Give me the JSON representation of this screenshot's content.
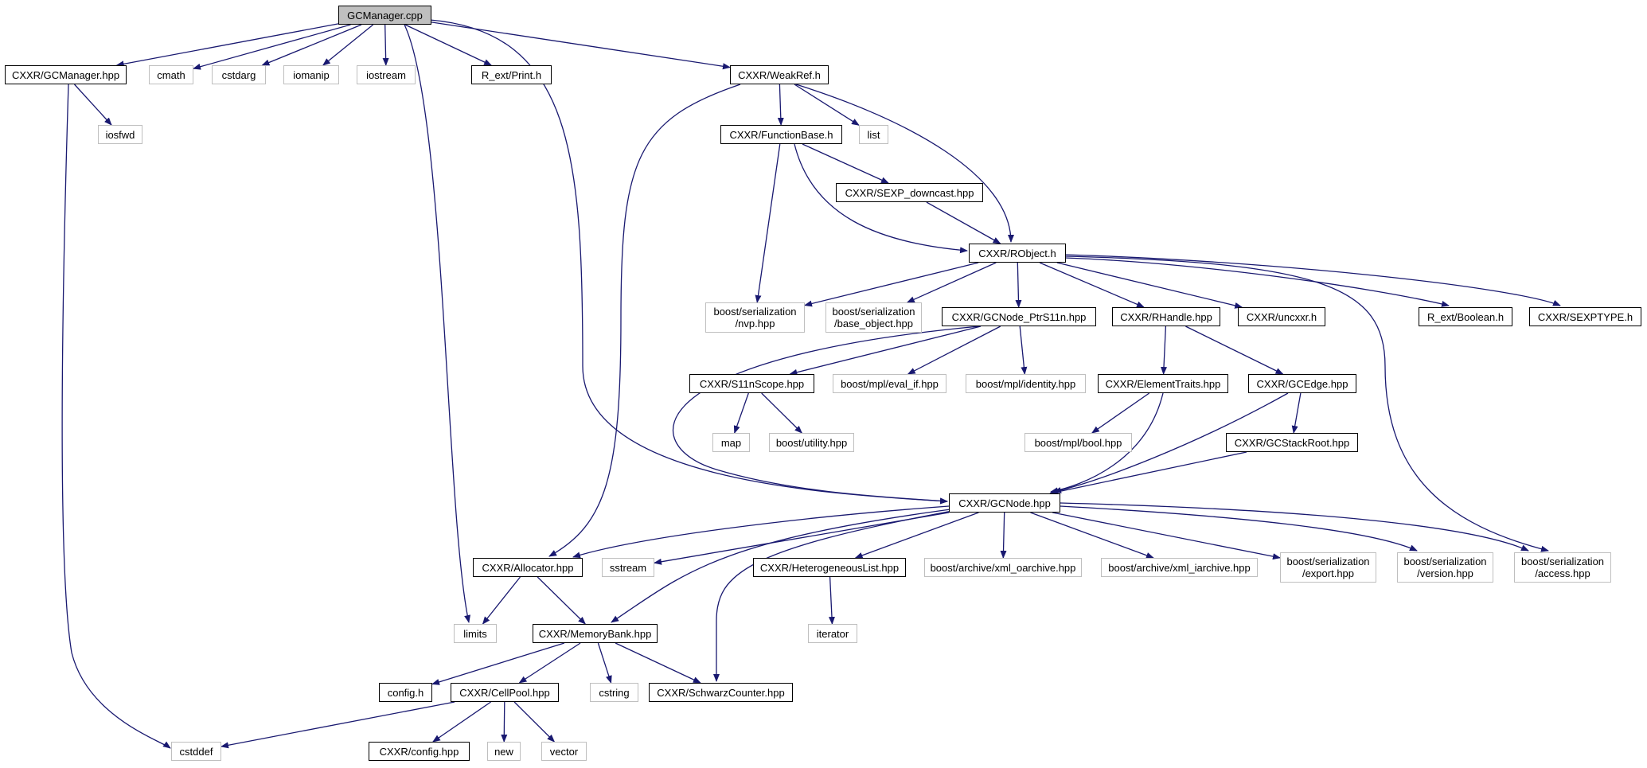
{
  "colors": {
    "edge": "#191970",
    "solid_border": "#000000",
    "dim_border": "#bfbfbf",
    "current_fill": "#bfbfbf"
  },
  "nodes": [
    {
      "id": "gcmanager_cpp",
      "lines": [
        "GCManager.cpp"
      ],
      "style": "current"
    },
    {
      "id": "cxxr_gcmanager_hpp",
      "lines": [
        "CXXR/GCManager.hpp"
      ],
      "style": "solid"
    },
    {
      "id": "cmath",
      "lines": [
        "cmath"
      ],
      "style": "dim"
    },
    {
      "id": "cstdarg",
      "lines": [
        "cstdarg"
      ],
      "style": "dim"
    },
    {
      "id": "iomanip",
      "lines": [
        "iomanip"
      ],
      "style": "dim"
    },
    {
      "id": "iostream",
      "lines": [
        "iostream"
      ],
      "style": "dim"
    },
    {
      "id": "r_ext_print_h",
      "lines": [
        "R_ext/Print.h"
      ],
      "style": "solid"
    },
    {
      "id": "cxxr_weakref_h",
      "lines": [
        "CXXR/WeakRef.h"
      ],
      "style": "solid"
    },
    {
      "id": "iosfwd",
      "lines": [
        "iosfwd"
      ],
      "style": "dim"
    },
    {
      "id": "cxxr_functionbase_h",
      "lines": [
        "CXXR/FunctionBase.h"
      ],
      "style": "solid"
    },
    {
      "id": "list",
      "lines": [
        "list"
      ],
      "style": "dim"
    },
    {
      "id": "cxxr_sexp_downcast_hpp",
      "lines": [
        "CXXR/SEXP_downcast.hpp"
      ],
      "style": "solid"
    },
    {
      "id": "cxxr_robject_h",
      "lines": [
        "CXXR/RObject.h"
      ],
      "style": "solid"
    },
    {
      "id": "boost_serialization_nvp_hpp",
      "lines": [
        "boost/serialization",
        "/nvp.hpp"
      ],
      "style": "dim"
    },
    {
      "id": "boost_serialization_base_object_hpp",
      "lines": [
        "boost/serialization",
        "/base_object.hpp"
      ],
      "style": "dim"
    },
    {
      "id": "cxxr_gcnode_ptrs11n_hpp",
      "lines": [
        "CXXR/GCNode_PtrS11n.hpp"
      ],
      "style": "solid"
    },
    {
      "id": "cxxr_rhandle_hpp",
      "lines": [
        "CXXR/RHandle.hpp"
      ],
      "style": "solid"
    },
    {
      "id": "cxxr_uncxxr_h",
      "lines": [
        "CXXR/uncxxr.h"
      ],
      "style": "solid"
    },
    {
      "id": "r_ext_boolean_h",
      "lines": [
        "R_ext/Boolean.h"
      ],
      "style": "solid"
    },
    {
      "id": "cxxr_sexptype_h",
      "lines": [
        "CXXR/SEXPTYPE.h"
      ],
      "style": "solid"
    },
    {
      "id": "cxxr_s11nscope_hpp",
      "lines": [
        "CXXR/S11nScope.hpp"
      ],
      "style": "solid"
    },
    {
      "id": "boost_mpl_eval_if_hpp",
      "lines": [
        "boost/mpl/eval_if.hpp"
      ],
      "style": "dim"
    },
    {
      "id": "boost_mpl_identity_hpp",
      "lines": [
        "boost/mpl/identity.hpp"
      ],
      "style": "dim"
    },
    {
      "id": "cxxr_elementtraits_hpp",
      "lines": [
        "CXXR/ElementTraits.hpp"
      ],
      "style": "solid"
    },
    {
      "id": "cxxr_gcedge_hpp",
      "lines": [
        "CXXR/GCEdge.hpp"
      ],
      "style": "solid"
    },
    {
      "id": "map",
      "lines": [
        "map"
      ],
      "style": "dim"
    },
    {
      "id": "boost_utility_hpp",
      "lines": [
        "boost/utility.hpp"
      ],
      "style": "dim"
    },
    {
      "id": "boost_mpl_bool_hpp",
      "lines": [
        "boost/mpl/bool.hpp"
      ],
      "style": "dim"
    },
    {
      "id": "cxxr_gcstackroot_hpp",
      "lines": [
        "CXXR/GCStackRoot.hpp"
      ],
      "style": "solid"
    },
    {
      "id": "cxxr_gcnode_hpp",
      "lines": [
        "CXXR/GCNode.hpp"
      ],
      "style": "solid"
    },
    {
      "id": "cxxr_allocator_hpp",
      "lines": [
        "CXXR/Allocator.hpp"
      ],
      "style": "solid"
    },
    {
      "id": "sstream",
      "lines": [
        "sstream"
      ],
      "style": "dim"
    },
    {
      "id": "cxxr_heterogeneouslist_hpp",
      "lines": [
        "CXXR/HeterogeneousList.hpp"
      ],
      "style": "solid"
    },
    {
      "id": "boost_archive_xml_oarchive_hpp",
      "lines": [
        "boost/archive/xml_oarchive.hpp"
      ],
      "style": "dim"
    },
    {
      "id": "boost_archive_xml_iarchive_hpp",
      "lines": [
        "boost/archive/xml_iarchive.hpp"
      ],
      "style": "dim"
    },
    {
      "id": "boost_serialization_export_hpp",
      "lines": [
        "boost/serialization",
        "/export.hpp"
      ],
      "style": "dim"
    },
    {
      "id": "boost_serialization_version_hpp",
      "lines": [
        "boost/serialization",
        "/version.hpp"
      ],
      "style": "dim"
    },
    {
      "id": "boost_serialization_access_hpp",
      "lines": [
        "boost/serialization",
        "/access.hpp"
      ],
      "style": "dim"
    },
    {
      "id": "limits",
      "lines": [
        "limits"
      ],
      "style": "dim"
    },
    {
      "id": "cxxr_memorybank_hpp",
      "lines": [
        "CXXR/MemoryBank.hpp"
      ],
      "style": "solid"
    },
    {
      "id": "iterator",
      "lines": [
        "iterator"
      ],
      "style": "dim"
    },
    {
      "id": "config_h",
      "lines": [
        "config.h"
      ],
      "style": "solid"
    },
    {
      "id": "cxxr_cellpool_hpp",
      "lines": [
        "CXXR/CellPool.hpp"
      ],
      "style": "solid"
    },
    {
      "id": "cstring",
      "lines": [
        "cstring"
      ],
      "style": "dim"
    },
    {
      "id": "cxxr_schwarzcounter_hpp",
      "lines": [
        "CXXR/SchwarzCounter.hpp"
      ],
      "style": "solid"
    },
    {
      "id": "cstddef",
      "lines": [
        "cstddef"
      ],
      "style": "dim"
    },
    {
      "id": "cxxr_config_hpp",
      "lines": [
        "CXXR/config.hpp"
      ],
      "style": "solid"
    },
    {
      "id": "new",
      "lines": [
        "new"
      ],
      "style": "dim"
    },
    {
      "id": "vector",
      "lines": [
        "vector"
      ],
      "style": "dim"
    }
  ],
  "edges": [
    [
      "gcmanager_cpp",
      "cxxr_gcmanager_hpp"
    ],
    [
      "gcmanager_cpp",
      "cmath"
    ],
    [
      "gcmanager_cpp",
      "cstdarg"
    ],
    [
      "gcmanager_cpp",
      "iomanip"
    ],
    [
      "gcmanager_cpp",
      "iostream"
    ],
    [
      "gcmanager_cpp",
      "r_ext_print_h"
    ],
    [
      "gcmanager_cpp",
      "cxxr_weakref_h"
    ],
    [
      "gcmanager_cpp",
      "limits"
    ],
    [
      "gcmanager_cpp",
      "cxxr_gcnode_hpp"
    ],
    [
      "cxxr_gcmanager_hpp",
      "iosfwd"
    ],
    [
      "cxxr_gcmanager_hpp",
      "cstddef"
    ],
    [
      "cxxr_weakref_h",
      "cxxr_functionbase_h"
    ],
    [
      "cxxr_weakref_h",
      "list"
    ],
    [
      "cxxr_weakref_h",
      "cxxr_robject_h"
    ],
    [
      "cxxr_weakref_h",
      "cxxr_allocator_hpp"
    ],
    [
      "cxxr_functionbase_h",
      "cxxr_sexp_downcast_hpp"
    ],
    [
      "cxxr_functionbase_h",
      "cxxr_robject_h"
    ],
    [
      "cxxr_functionbase_h",
      "boost_serialization_nvp_hpp"
    ],
    [
      "cxxr_sexp_downcast_hpp",
      "cxxr_robject_h"
    ],
    [
      "cxxr_robject_h",
      "boost_serialization_nvp_hpp"
    ],
    [
      "cxxr_robject_h",
      "boost_serialization_base_object_hpp"
    ],
    [
      "cxxr_robject_h",
      "cxxr_gcnode_ptrs11n_hpp"
    ],
    [
      "cxxr_robject_h",
      "cxxr_rhandle_hpp"
    ],
    [
      "cxxr_robject_h",
      "cxxr_uncxxr_h"
    ],
    [
      "cxxr_robject_h",
      "r_ext_boolean_h"
    ],
    [
      "cxxr_robject_h",
      "cxxr_sexptype_h"
    ],
    [
      "cxxr_robject_h",
      "boost_serialization_access_hpp"
    ],
    [
      "cxxr_gcnode_ptrs11n_hpp",
      "cxxr_s11nscope_hpp"
    ],
    [
      "cxxr_gcnode_ptrs11n_hpp",
      "boost_mpl_eval_if_hpp"
    ],
    [
      "cxxr_gcnode_ptrs11n_hpp",
      "boost_mpl_identity_hpp"
    ],
    [
      "cxxr_gcnode_ptrs11n_hpp",
      "cxxr_gcnode_hpp"
    ],
    [
      "cxxr_s11nscope_hpp",
      "map"
    ],
    [
      "cxxr_s11nscope_hpp",
      "boost_utility_hpp"
    ],
    [
      "cxxr_rhandle_hpp",
      "cxxr_elementtraits_hpp"
    ],
    [
      "cxxr_rhandle_hpp",
      "cxxr_gcedge_hpp"
    ],
    [
      "cxxr_elementtraits_hpp",
      "boost_mpl_bool_hpp"
    ],
    [
      "cxxr_elementtraits_hpp",
      "cxxr_gcnode_hpp"
    ],
    [
      "cxxr_gcedge_hpp",
      "cxxr_gcstackroot_hpp"
    ],
    [
      "cxxr_gcedge_hpp",
      "cxxr_gcnode_hpp"
    ],
    [
      "cxxr_gcstackroot_hpp",
      "cxxr_gcnode_hpp"
    ],
    [
      "cxxr_gcnode_hpp",
      "cxxr_allocator_hpp"
    ],
    [
      "cxxr_gcnode_hpp",
      "sstream"
    ],
    [
      "cxxr_gcnode_hpp",
      "cxxr_memorybank_hpp"
    ],
    [
      "cxxr_gcnode_hpp",
      "cxxr_schwarzcounter_hpp"
    ],
    [
      "cxxr_gcnode_hpp",
      "cxxr_heterogeneouslist_hpp"
    ],
    [
      "cxxr_gcnode_hpp",
      "boost_archive_xml_oarchive_hpp"
    ],
    [
      "cxxr_gcnode_hpp",
      "boost_archive_xml_iarchive_hpp"
    ],
    [
      "cxxr_gcnode_hpp",
      "boost_serialization_export_hpp"
    ],
    [
      "cxxr_gcnode_hpp",
      "boost_serialization_version_hpp"
    ],
    [
      "cxxr_gcnode_hpp",
      "boost_serialization_access_hpp"
    ],
    [
      "cxxr_allocator_hpp",
      "limits"
    ],
    [
      "cxxr_allocator_hpp",
      "cxxr_memorybank_hpp"
    ],
    [
      "cxxr_heterogeneouslist_hpp",
      "iterator"
    ],
    [
      "cxxr_memorybank_hpp",
      "config_h"
    ],
    [
      "cxxr_memorybank_hpp",
      "cxxr_cellpool_hpp"
    ],
    [
      "cxxr_memorybank_hpp",
      "cstring"
    ],
    [
      "cxxr_memorybank_hpp",
      "cxxr_schwarzcounter_hpp"
    ],
    [
      "cxxr_cellpool_hpp",
      "cstddef"
    ],
    [
      "cxxr_cellpool_hpp",
      "cxxr_config_hpp"
    ],
    [
      "cxxr_cellpool_hpp",
      "new"
    ],
    [
      "cxxr_cellpool_hpp",
      "vector"
    ]
  ]
}
